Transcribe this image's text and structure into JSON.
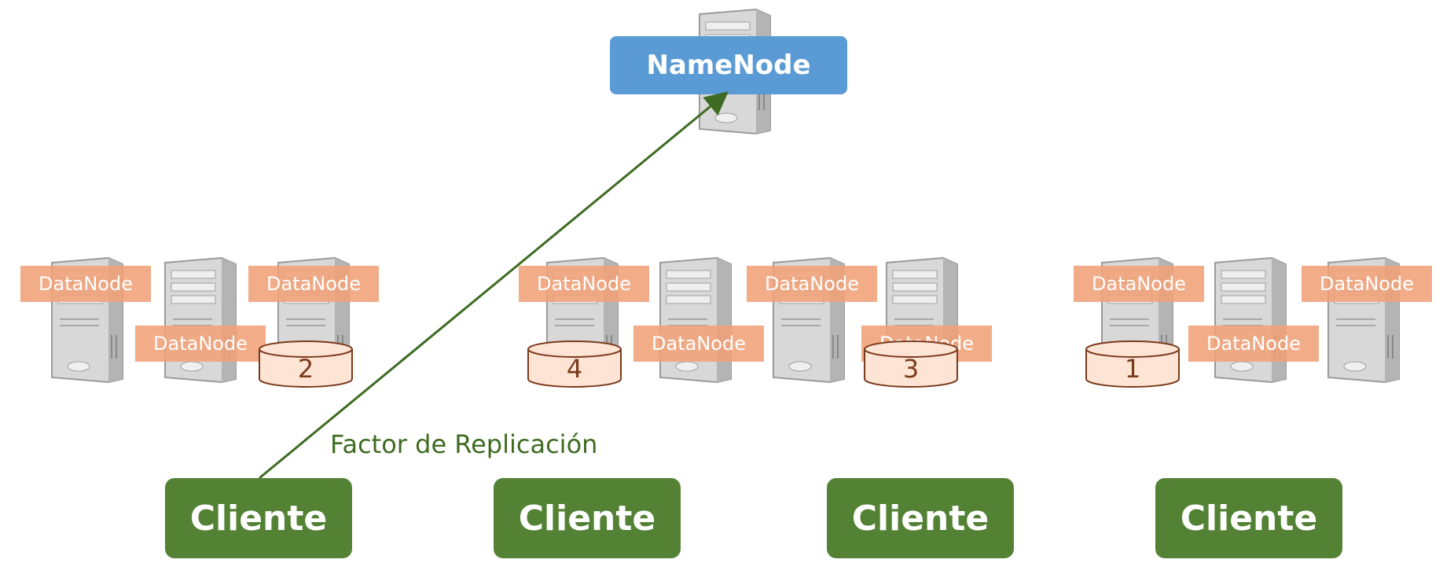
{
  "namenode": {
    "label": "NameNode"
  },
  "datanode_label": "DataNode",
  "blocks": [
    "1",
    "2",
    "3",
    "4"
  ],
  "factor_label": "Factor de Replicación",
  "clients": [
    "Cliente",
    "Cliente",
    "Cliente",
    "Cliente"
  ],
  "colors": {
    "namenode": "#5b9bd5",
    "datanode": "#f0a078",
    "client": "#548235",
    "arrow": "#3e6b21",
    "server": "#c8c8c8"
  }
}
